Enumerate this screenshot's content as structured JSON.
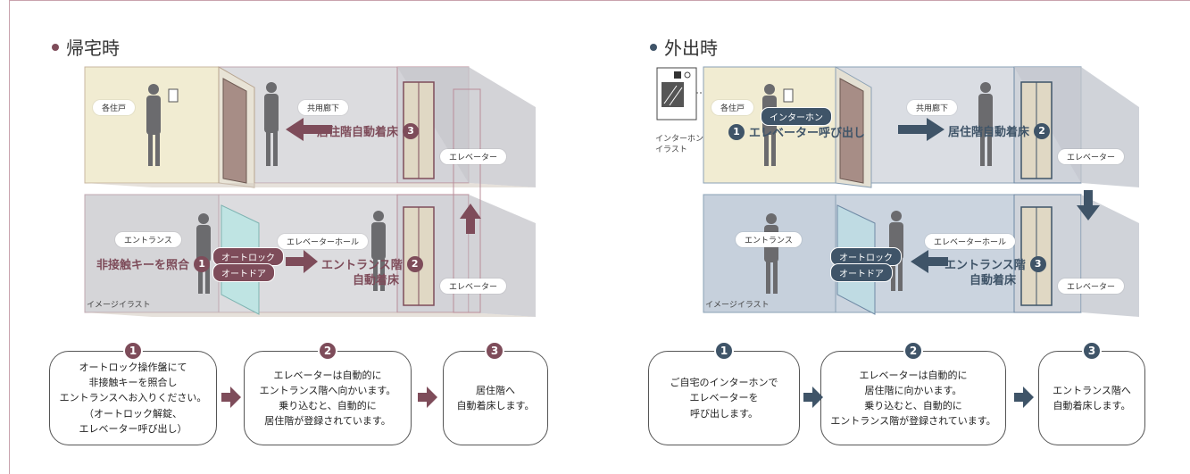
{
  "colors": {
    "home_accent": "#7e4c5a",
    "out_accent": "#3f5468",
    "wall_cream": "#f1ecd2",
    "wall_gray": "#cfd0d4",
    "wall_blue": "#c6d0dc"
  },
  "home": {
    "title": "帰宅時",
    "labels": {
      "unit": "各住戸",
      "corridor": "共用廊下",
      "elevator_top": "エレベーター",
      "entrance": "エントランス",
      "elevator_hall": "エレベーターホール",
      "elevator_bottom": "エレベーター",
      "image_caption": "イメージイラスト"
    },
    "tags": {
      "autolock": "オートロック",
      "autodoor": "オートドア"
    },
    "callouts": {
      "c1": "非接触キーを照合",
      "c2a": "エントランス階",
      "c2b": "自動着床",
      "c3": "居住階自動着床"
    },
    "nums": {
      "n1": "1",
      "n2": "2",
      "n3": "3"
    },
    "steps": [
      {
        "num": "1",
        "lines": [
          "オートロック操作盤にて",
          "非接触キーを照合し",
          "エントランスへお入りください。",
          "（オートロック解錠、",
          "エレベーター呼び出し）"
        ]
      },
      {
        "num": "2",
        "lines": [
          "エレベーターは自動的に",
          "エントランス階へ向かいます。",
          "乗り込むと、自動的に",
          "居住階が登録されています。"
        ]
      },
      {
        "num": "3",
        "lines": [
          "居住階へ",
          "自動着床します。"
        ]
      }
    ]
  },
  "out": {
    "title": "外出時",
    "labels": {
      "unit": "各住戸",
      "intercom_tag": "インターホン",
      "intercom_caption_1": "インターホン",
      "intercom_caption_2": "イラスト",
      "corridor": "共用廊下",
      "elevator_top": "エレベーター",
      "entrance": "エントランス",
      "elevator_hall": "エレベーターホール",
      "elevator_bottom": "エレベーター",
      "image_caption": "イメージイラスト"
    },
    "tags": {
      "autolock": "オートロック",
      "autodoor": "オートドア"
    },
    "callouts": {
      "c1": "エレベーター呼び出し",
      "c2": "居住階自動着床",
      "c3a": "エントランス階",
      "c3b": "自動着床"
    },
    "nums": {
      "n1": "1",
      "n2": "2",
      "n3": "3"
    },
    "steps": [
      {
        "num": "1",
        "lines": [
          "ご自宅のインターホンで",
          "エレベーターを",
          "呼び出します。"
        ]
      },
      {
        "num": "2",
        "lines": [
          "エレベーターは自動的に",
          "居住階に向かいます。",
          "乗り込むと、自動的に",
          "エントランス階が登録されています。"
        ]
      },
      {
        "num": "3",
        "lines": [
          "エントランス階へ",
          "自動着床します。"
        ]
      }
    ]
  }
}
